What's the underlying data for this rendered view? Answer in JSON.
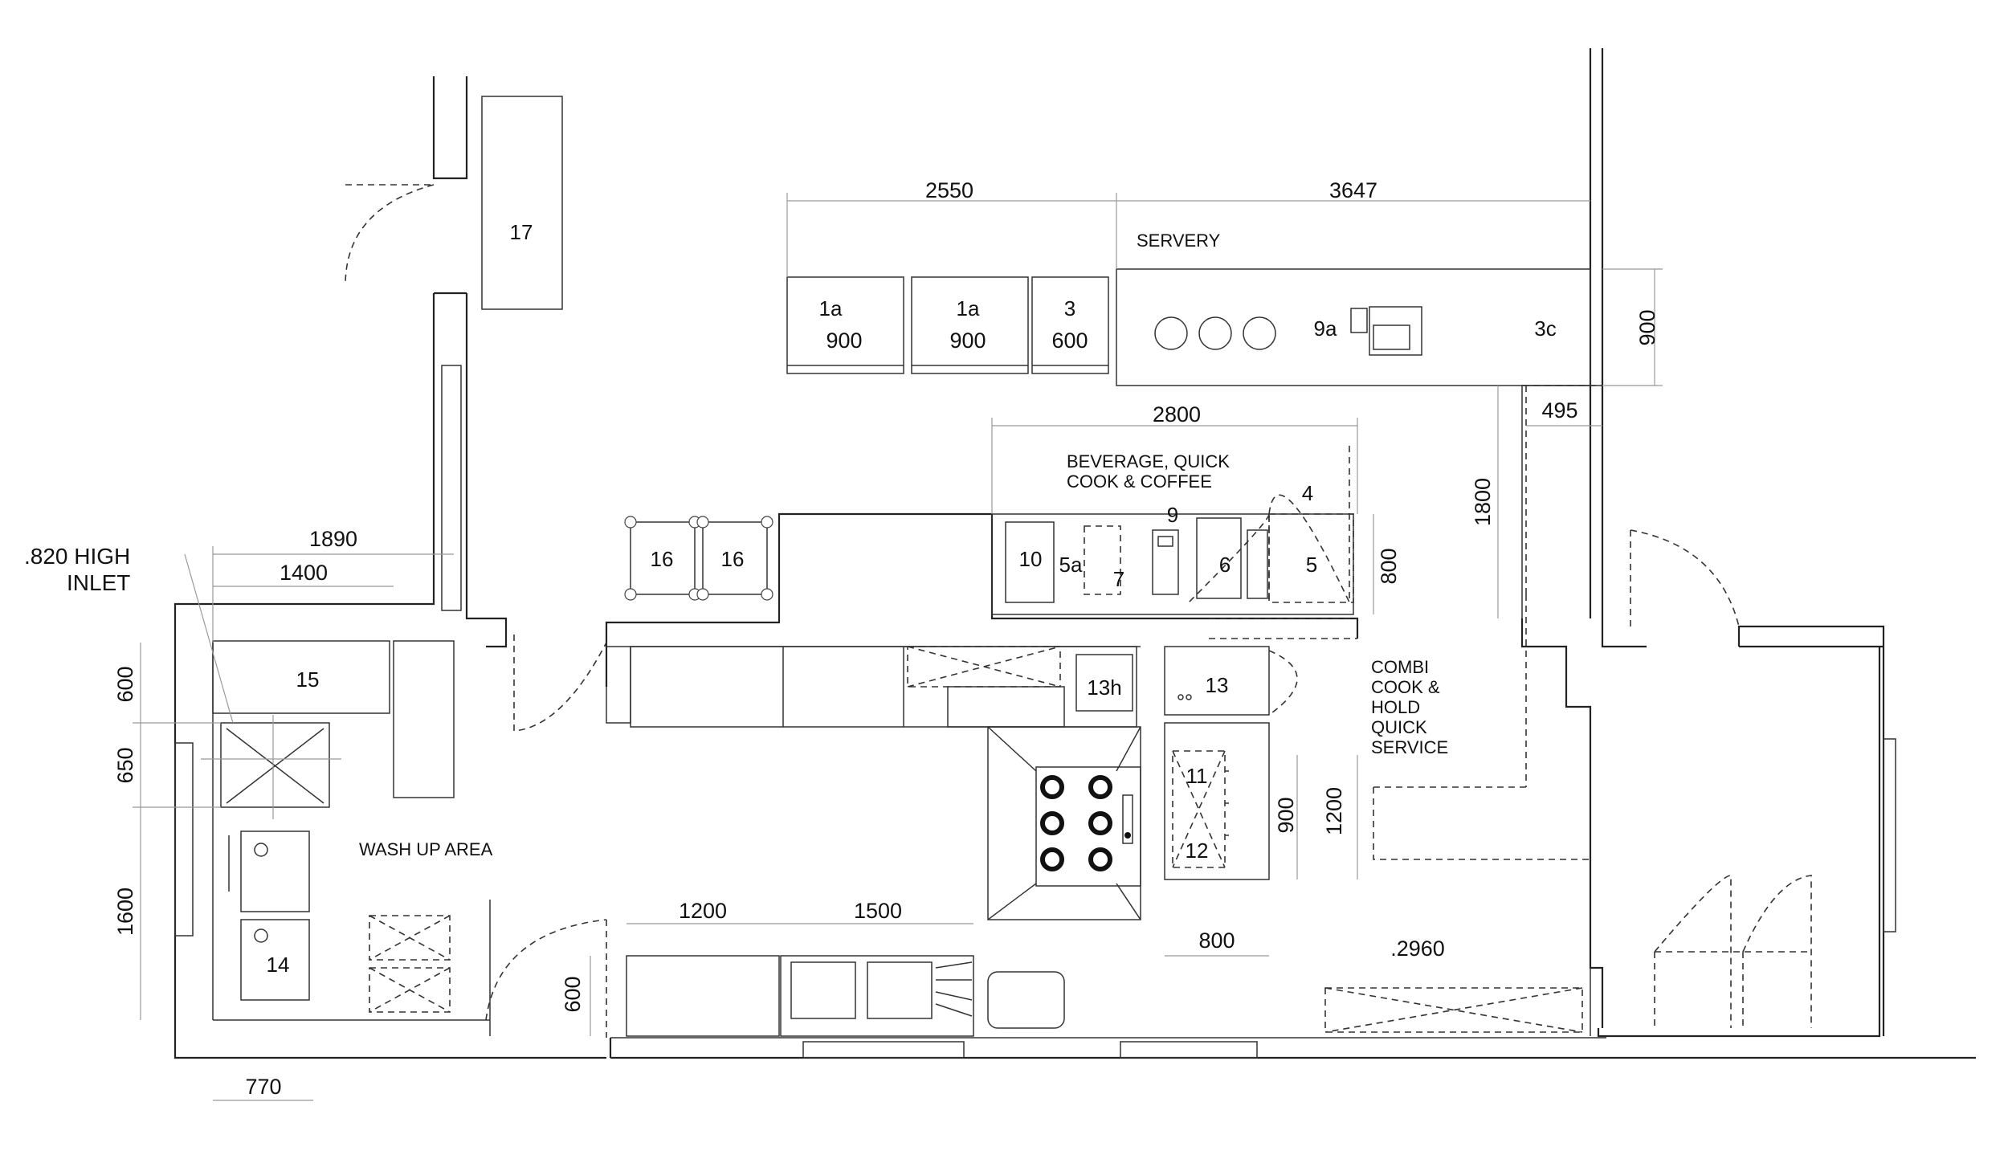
{
  "title": "",
  "areas": {
    "servery": "SERVERY",
    "beverage_line1": "BEVERAGE, QUICK",
    "beverage_line2": "COOK & COFFEE",
    "combi_line1": "COMBI",
    "combi_line2": "COOK &",
    "combi_line3": "HOLD",
    "combi_line4": "QUICK",
    "combi_line5": "SERVICE",
    "wash_up": "WASH UP AREA"
  },
  "notes": {
    "inlet_line1": ".820 HIGH",
    "inlet_line2": "INLET"
  },
  "equipment_tags": {
    "t1a_left": "1a",
    "t1a_right": "1a",
    "t3": "3",
    "t9a": "9a",
    "t3c": "3c",
    "t4": "4",
    "t9": "9",
    "t10": "10",
    "t5a": "5a",
    "t7": "7",
    "t6": "6",
    "t5": "5",
    "t16_left": "16",
    "t16_right": "16",
    "t13h": "13h",
    "t13": "13",
    "t11": "11",
    "t12": "12",
    "t15": "15",
    "t14": "14",
    "t17": "17"
  },
  "unit_widths": {
    "w1a_left": "900",
    "w1a_right": "900",
    "w3": "600"
  },
  "dimensions": {
    "d2550": "2550",
    "d3647": "3647",
    "d900_servery": "900",
    "d495": "495",
    "d2800": "2800",
    "d1800": "1800",
    "d800_bev": "800",
    "d1890": "1890",
    "d1400": "1400",
    "d600_wash": "600",
    "d650": "650",
    "d1600": "1600",
    "d770": "770",
    "d1200_h": "1200",
    "d1500": "1500",
    "d600_bottom": "600",
    "d900_fryer": "900",
    "d1200_v": "1200",
    "d800_fryer": "800",
    "d2960": ".2960"
  }
}
